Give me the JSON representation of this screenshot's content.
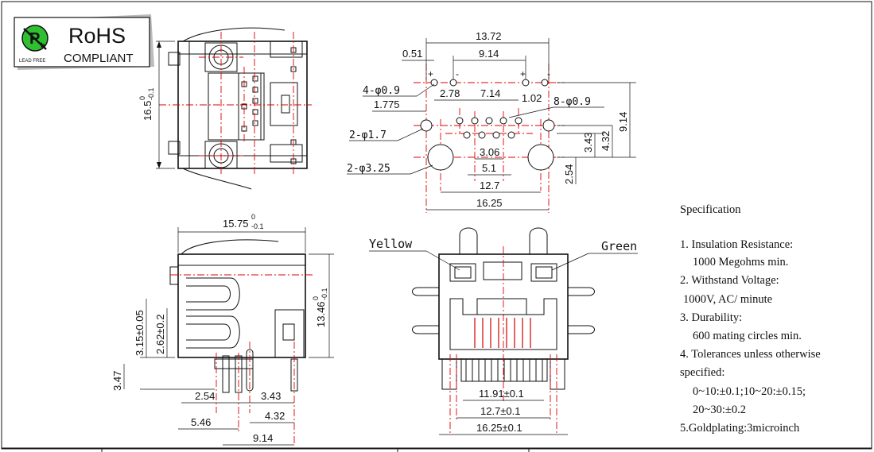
{
  "badge": {
    "brand": "RoHS",
    "compliance": "COMPLIANT",
    "lead_free": "LEAD FREE"
  },
  "side_view": {
    "height": "16.5",
    "height_tol_top": "0",
    "height_tol_bot": "-0.1"
  },
  "footprint": {
    "overall_top": "13.72",
    "pitch_914": "9.14",
    "offset_051": "0.51",
    "plus": "+",
    "minus": "-",
    "led_holes": "4-φ0.9",
    "d_1775": "1.775",
    "d_278": "2.78",
    "d_714": "7.14",
    "d_102": "1.02",
    "signal_holes": "8-φ0.9",
    "locating_holes": "2-φ1.7",
    "mount_holes": "2-φ3.25",
    "d_306": "3.06",
    "d_51": "5.1",
    "d_127": "12.7",
    "d_1625": "16.25",
    "v_914": "9.14",
    "v_432": "4.32",
    "v_343": "3.43",
    "v_254": "2.54"
  },
  "profile_view": {
    "width": "15.75",
    "width_tol_top": "0",
    "width_tol_bot": "-0.1",
    "height": "13.46",
    "height_tol_top": "0",
    "height_tol_bot": "-0.1",
    "d_315": "3.15±0.05",
    "d_262": "2.62±0.2",
    "d_347": "3.47",
    "d_254": "2.54",
    "d_343": "3.43",
    "d_546": "5.46",
    "d_432": "4.32",
    "d_914": "9.14"
  },
  "front_view": {
    "led_left": "Yellow",
    "led_right": "Green",
    "w_1191": "11.91±0.1",
    "w_127": "12.7±0.1",
    "w_1625": "16.25±0.1"
  },
  "specification": {
    "title": "Specification",
    "lines": [
      "1. Insulation Resistance:",
      "1000 Megohms min.",
      "2. Withstand Voltage:",
      "1000V, AC/ minute",
      "3. Durability:",
      "600 mating circles min.",
      "4. Tolerances unless otherwise",
      "specified:",
      "0~10:±0.1;10~20:±0.15;",
      "20~30:±0.2",
      "5.Goldplating:3microinch"
    ]
  }
}
